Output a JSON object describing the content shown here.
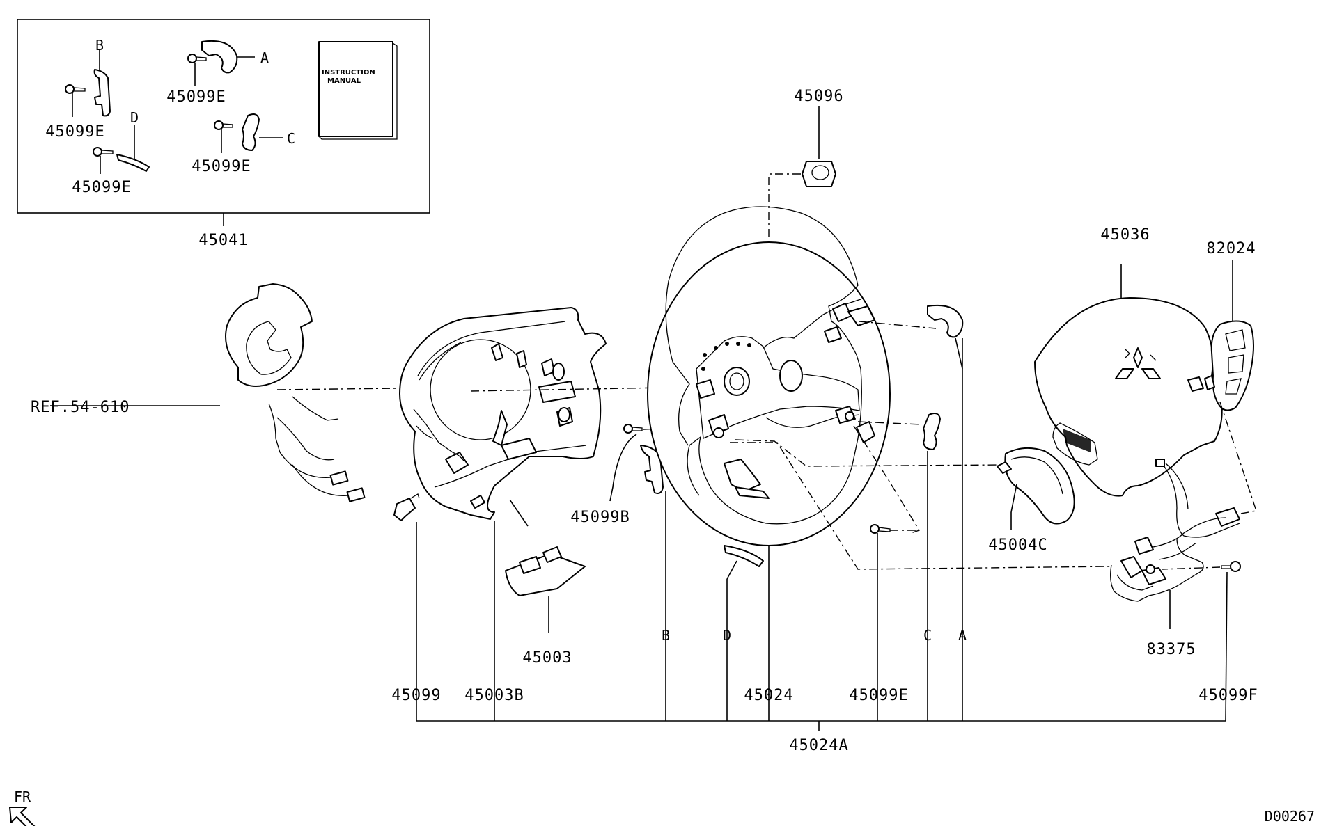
{
  "kit": {
    "part_number": "45041",
    "manual_text_1": "INSTRUCTION",
    "manual_text_2": "MANUAL",
    "screw_b": "45099E",
    "screw_a": "45099E",
    "screw_d": "45099E",
    "screw_c": "45099E",
    "letter_a": "A",
    "letter_b": "B",
    "letter_c": "C",
    "letter_d": "D"
  },
  "parts": {
    "nut": "45096",
    "clock_spring_ref": "REF.54-610",
    "column_cover": "45003B",
    "column_cover_clip": "45099",
    "lower_cover": "45003",
    "screw_left": "45099B",
    "wheel": "45024",
    "screw_center": "45099E",
    "switch_left": "45004C",
    "airbag": "45036",
    "switch_right": "82024",
    "harness": "83375",
    "screw_right": "45099F",
    "assembly": "45024A"
  },
  "callouts": {
    "b": "B",
    "d": "D",
    "c": "C",
    "a": "A"
  },
  "footer": {
    "front_label": "FR",
    "diagram_code": "D00267"
  }
}
